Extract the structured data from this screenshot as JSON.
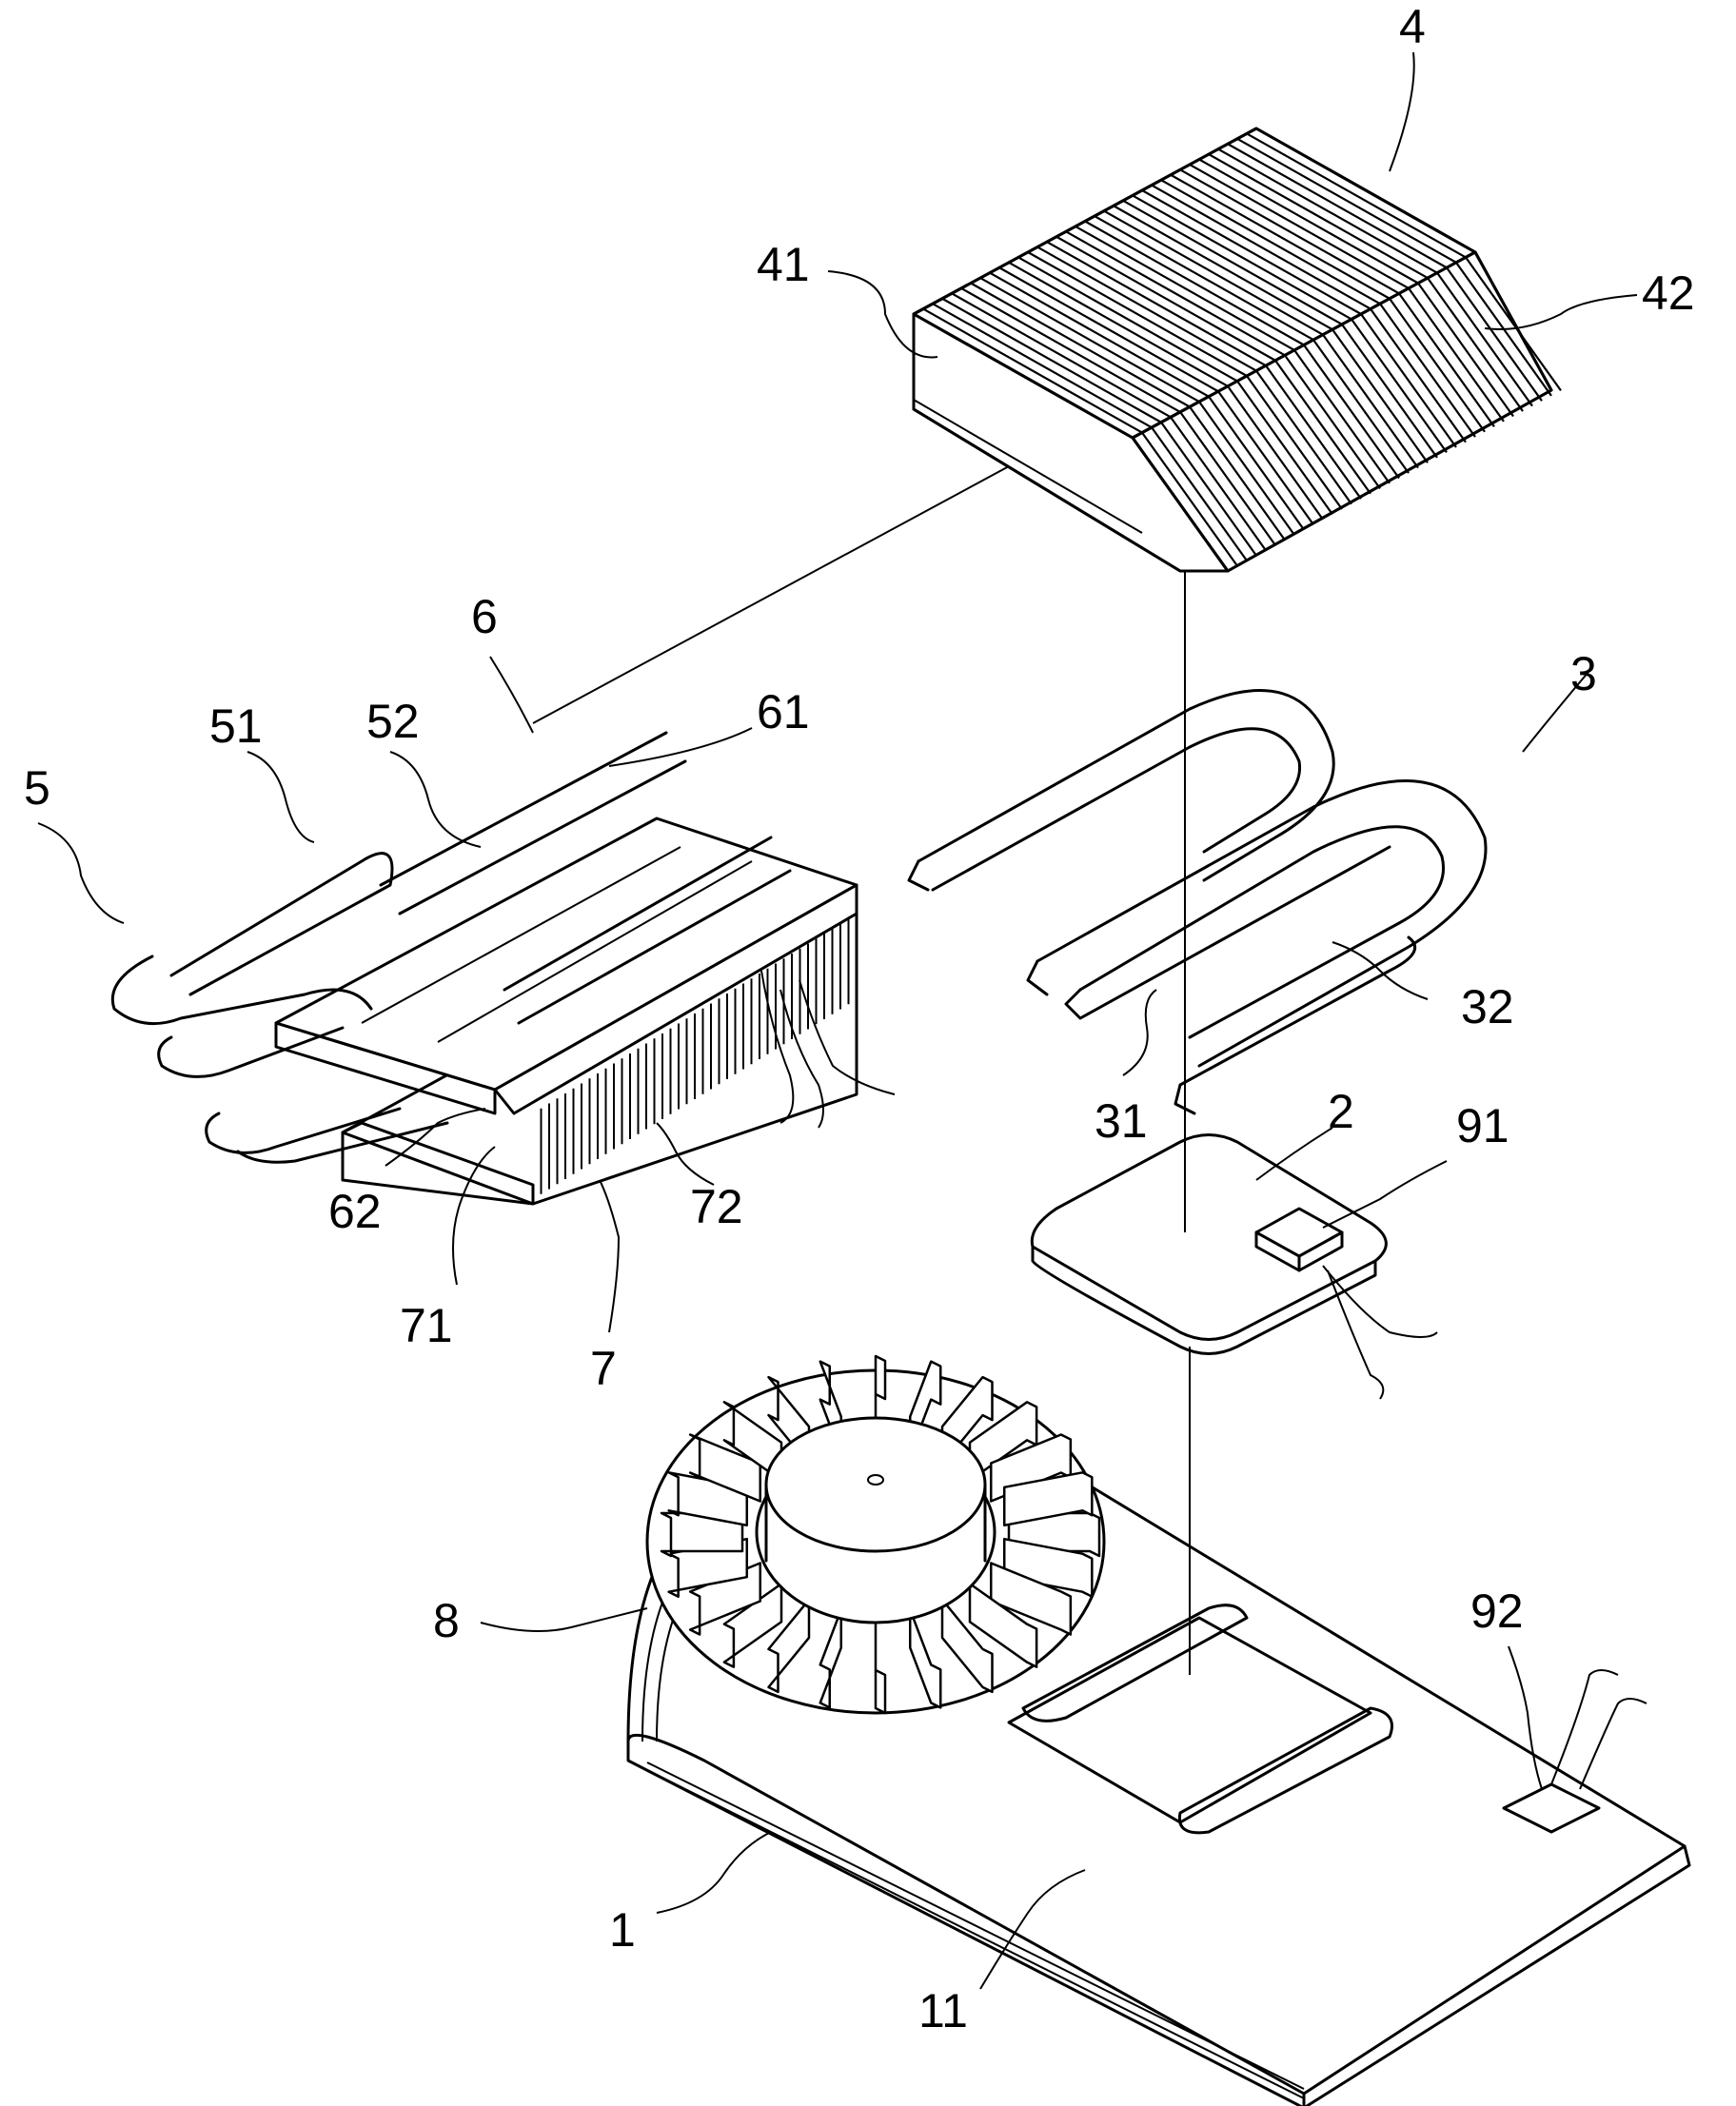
{
  "labels": {
    "l4": "4",
    "l41": "41",
    "l42": "42",
    "l6": "6",
    "l61": "61",
    "l51": "51",
    "l52": "52",
    "l5": "5",
    "l3": "3",
    "l31": "31",
    "l32": "32",
    "l2": "2",
    "l91": "91",
    "l62": "62",
    "l72": "72",
    "l71": "71",
    "l7": "7",
    "l8": "8",
    "l92": "92",
    "l1": "1",
    "l11": "11"
  }
}
